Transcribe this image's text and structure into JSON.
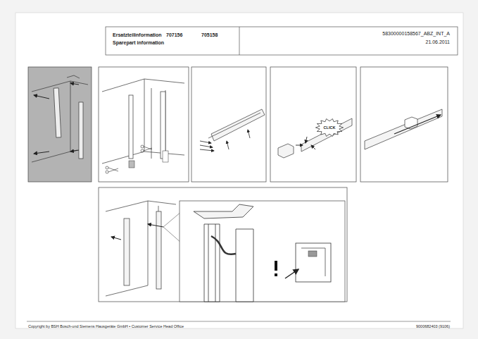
{
  "diagram": {
    "nodes": [
      {
        "text": [
          "CLICK"
        ]
      }
    ],
    "labels": [
      "Ersatzteilinformation",
      "Sparepart information",
      "707156",
      "705158",
      "58300000158567_ABZ_INT_A",
      "21.06.2011",
      "Copyright by BSH Bosch-und Siemens Hausgeräte GmbH • Customer Service Head Office",
      "9000682403 (9106)"
    ]
  }
}
